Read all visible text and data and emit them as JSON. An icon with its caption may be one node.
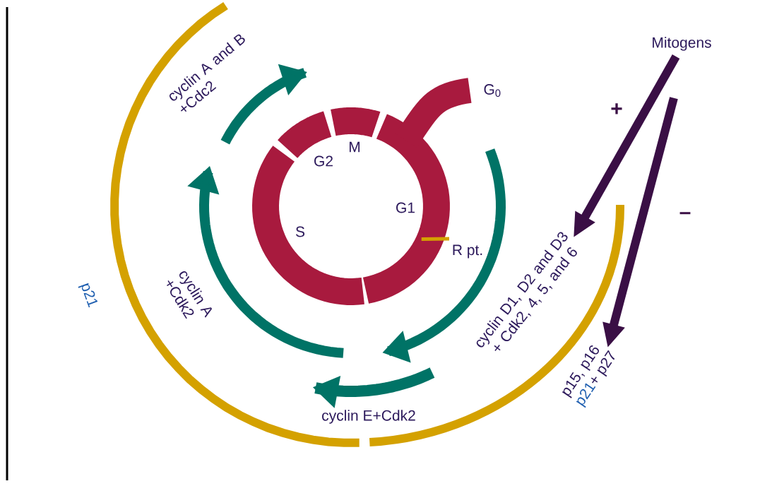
{
  "diagram": {
    "nodes": [
      {
        "text": [
          "Mitogens"
        ]
      },
      {
        "text": [
          "cyclin D1, D2 and D3 + Cdk2, 4, 5, and 6"
        ]
      },
      {
        "text": [
          "p15, p16",
          "p21",
          "+ p27"
        ]
      }
    ],
    "edges": [
      {
        "from": 0,
        "to": 1,
        "arrow": "to",
        "label": "+"
      },
      {
        "from": 0,
        "to": 2,
        "arrow": "to",
        "label": "–"
      }
    ],
    "labels": [
      "cyclin A and B +Cdc2",
      "G$_{0}$",
      "G2",
      "M",
      "G1",
      "S",
      "R pt.",
      "p21",
      "cyclin A +Cdk2",
      "cyclin E+Cdk2"
    ]
  }
}
